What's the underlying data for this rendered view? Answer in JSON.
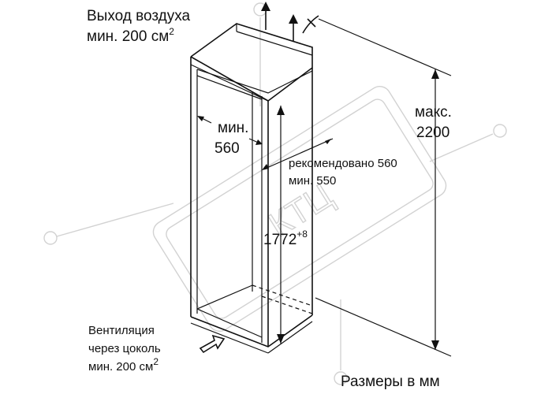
{
  "labels": {
    "air_outlet_line1": "Выход воздуха",
    "air_outlet_line2": "мин. 200 см",
    "air_outlet_sup": "2",
    "min_depth_line1": "мин.",
    "min_depth_line2": "560",
    "recommended_line1": "рекомендовано 560",
    "recommended_line2": "мин. 550",
    "height_value": "1772",
    "height_sup": "+8",
    "max_line1": "макс.",
    "max_line2": "2200",
    "ventilation_line1": "Вентиляция",
    "ventilation_line2": "через цоколь",
    "ventilation_line3": "мин. 200 см",
    "ventilation_sup": "2",
    "units_note": "Размеры в мм"
  },
  "watermark": {
    "text": "КТЦ"
  },
  "colors": {
    "ink": "#111111",
    "watermark": "#d2d2d2",
    "background": "#ffffff"
  }
}
